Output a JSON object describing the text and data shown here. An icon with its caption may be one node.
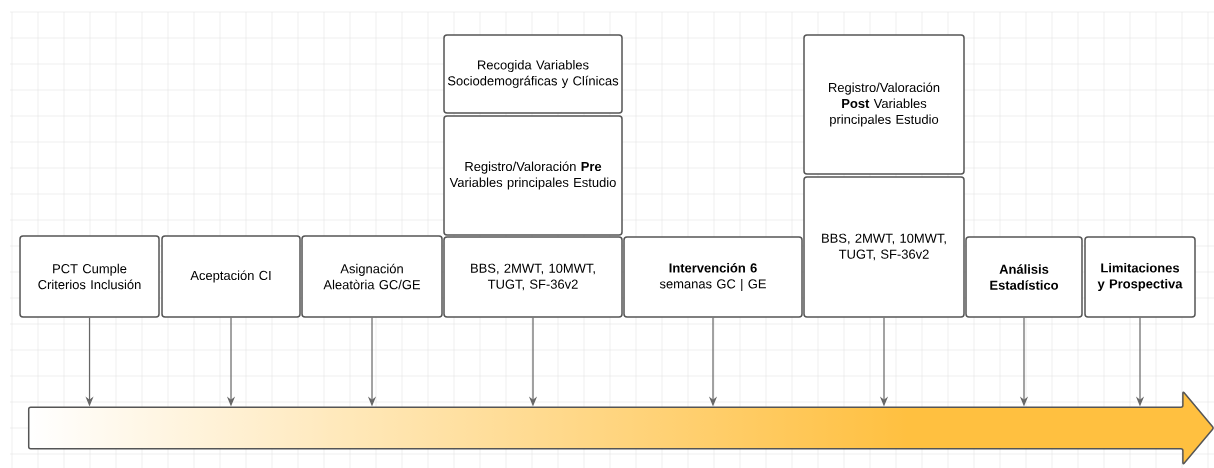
{
  "diagram": {
    "nodes": [
      {
        "text": [
          "PCT Cumple Criterios Inclusión"
        ]
      },
      {
        "text": [
          "Aceptación CI"
        ]
      },
      {
        "text": [
          "Asignación Aleatòria GC/GE"
        ]
      },
      {
        "text": [
          "Recogida Variables Sociodemográficas y Clínicas"
        ]
      },
      {
        "text": [
          "Registro/Valoración **Pre** Variables principales Estudio"
        ]
      },
      {
        "text": [
          "BBS, 2MWT, 10MWT, TUGT, SF-36v2"
        ]
      },
      {
        "text": [
          "**Intervención 6** semanas GC | GE"
        ]
      },
      {
        "text": [
          "Registro/Valoración **Post** Variables principales Estudio"
        ]
      },
      {
        "text": [
          "BBS, 2MWT, 10MWT, TUGT, SF-36v2"
        ]
      },
      {
        "text": [
          "Análisis Estadístico"
        ]
      },
      {
        "text": [
          "Limitaciones y Prospectiva"
        ]
      },
      {
        "text": [],
        "shape": "arrow"
      }
    ],
    "edges": [
      {
        "from": 0,
        "to": 11,
        "arrow": "to"
      },
      {
        "from": 1,
        "to": 11,
        "arrow": "to"
      },
      {
        "from": 2,
        "to": 11,
        "arrow": "to"
      },
      {
        "from": 5,
        "to": 11,
        "arrow": "to"
      },
      {
        "from": 6,
        "to": 11,
        "arrow": "to"
      },
      {
        "from": 8,
        "to": 11,
        "arrow": "to"
      },
      {
        "from": 9,
        "to": 11,
        "arrow": "to"
      },
      {
        "from": 10,
        "to": 11,
        "arrow": "to"
      }
    ]
  }
}
